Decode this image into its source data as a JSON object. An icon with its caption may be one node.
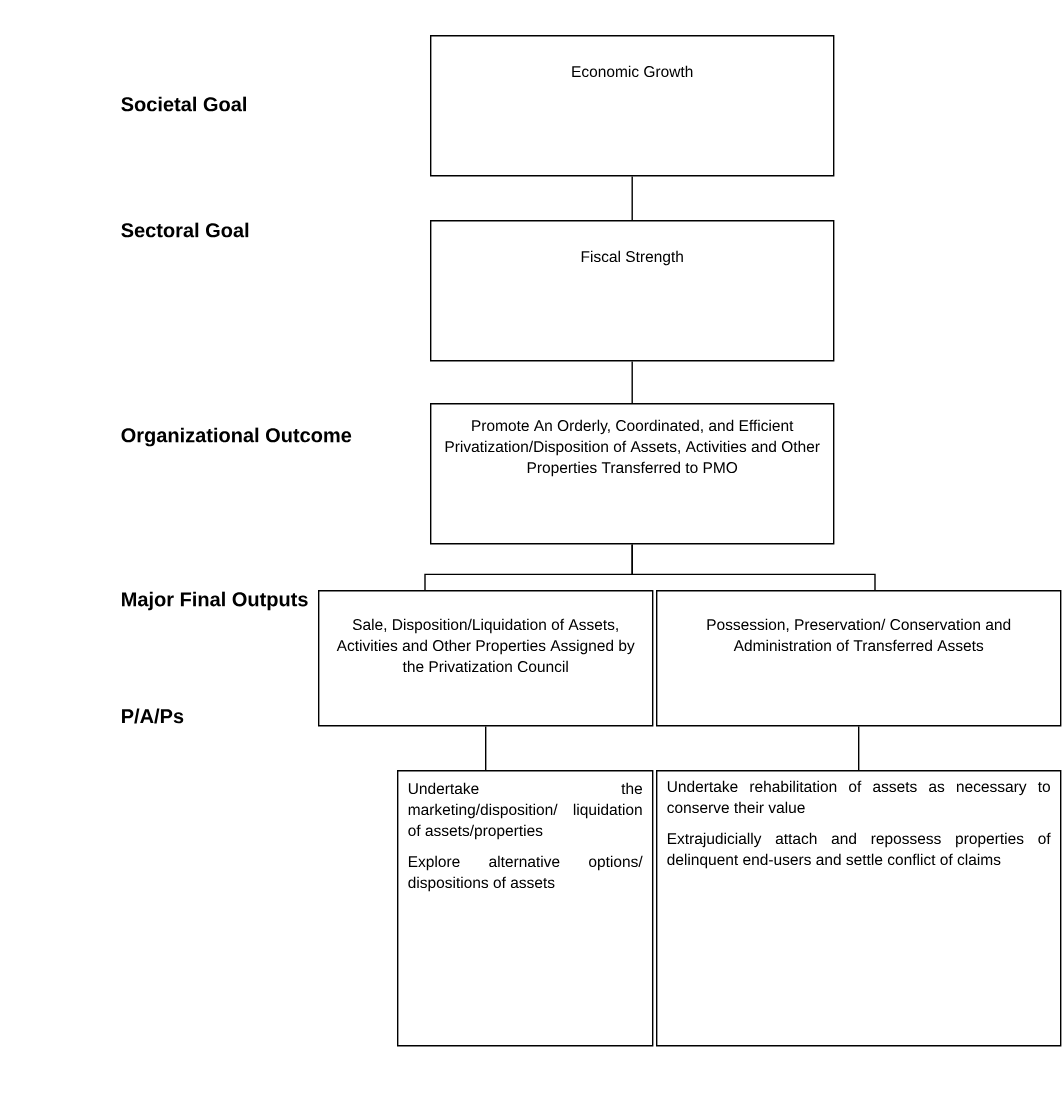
{
  "diagram": {
    "nodes": [
      {
        "text": [
          "Economic Growth"
        ]
      },
      {
        "text": [
          "Fiscal Strength"
        ]
      },
      {
        "text": [
          "Promote An Orderly, Coordinated, and Efficient Privatization/Disposition of Assets, Activities and Other Properties Transferred to PMO"
        ]
      },
      {
        "text": [
          "Sale, Disposition/Liquidation of Assets, Activities and Other Properties Assigned by the Privatization Council"
        ]
      },
      {
        "text": [
          "Possession, Preservation/ Conservation and Administration of Transferred Assets"
        ]
      },
      {
        "text": [
          "Undertake the marketing/disposition/ liquidation of assets/properties",
          "Explore alternative options/ dispositions of assets"
        ]
      },
      {
        "text": [
          "Undertake rehabilitation of assets as necessary to conserve their value",
          "Extrajudicially attach and repossess properties of delinquent end-users and settle conflict of claims"
        ]
      }
    ],
    "edges": [
      {
        "from": 0,
        "to": 1,
        "arrow": "none"
      },
      {
        "from": 1,
        "to": 2,
        "arrow": "none"
      },
      {
        "from": 2,
        "to": 3,
        "arrow": "none"
      },
      {
        "from": 2,
        "to": 4,
        "arrow": "none"
      },
      {
        "from": 3,
        "to": 5,
        "arrow": "none"
      },
      {
        "from": 4,
        "to": 6,
        "arrow": "none"
      }
    ],
    "labels": [
      "Societal Goal",
      "Sectoral Goal",
      "Organizational Outcome",
      "Major Final Outputs",
      "P/A/Ps"
    ]
  }
}
